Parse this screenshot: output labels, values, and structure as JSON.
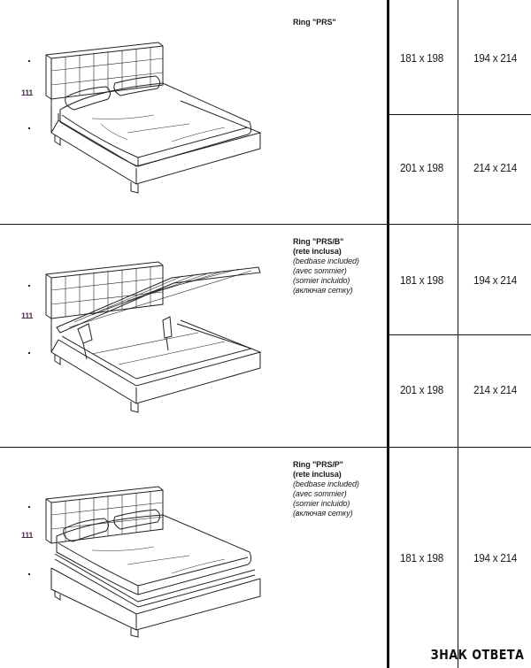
{
  "rows": [
    {
      "model_lines": [
        "Ring \"PRS\""
      ],
      "height_label": "111",
      "sizes": [
        {
          "mattress": "181 x 198",
          "overall": "194 x 214"
        },
        {
          "mattress": "201 x 198",
          "overall": "214 x 214"
        }
      ]
    },
    {
      "model_lines": [
        "Ring \"PRS/B\"",
        "(rete inclusa)",
        "(bedbase included)",
        "(avec sommier)",
        "(somier incluido)",
        "(включая сетку)"
      ],
      "height_label": "111",
      "sizes": [
        {
          "mattress": "181 x 198",
          "overall": "194 x 214"
        },
        {
          "mattress": "201 x 198",
          "overall": "214 x 214"
        }
      ]
    },
    {
      "model_lines": [
        "Ring \"PRS/P\"",
        "(rete inclusa)",
        "(bedbase included)",
        "(avec sommier)",
        "(somier incluido)",
        "(включая сетку)"
      ],
      "height_label": "111",
      "sizes": [
        {
          "mattress": "181 x 198",
          "overall": "194 x 214"
        }
      ]
    }
  ],
  "watermark": "ЗНАК ОТВЕТА",
  "icons": [
    "bed-headboard-illustration",
    "bed-storage-open-illustration",
    "bed-pullout-illustration"
  ]
}
